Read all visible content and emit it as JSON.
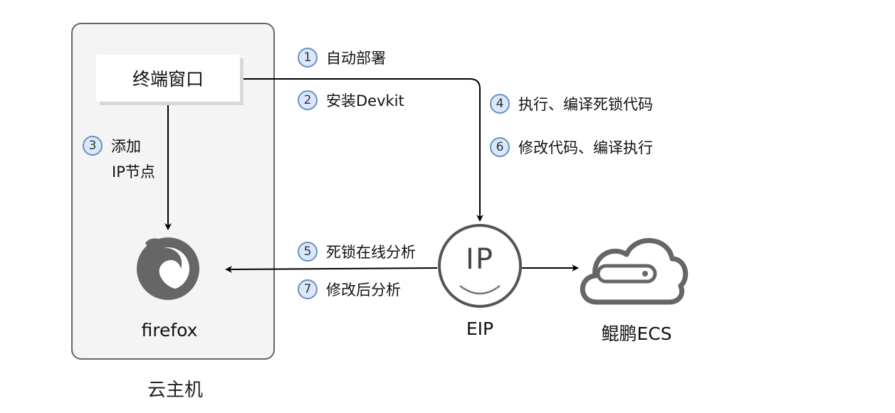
{
  "container": {
    "label": "云主机"
  },
  "terminal": {
    "label": "终端窗口"
  },
  "firefox": {
    "label": "firefox"
  },
  "eip": {
    "label": "EIP",
    "glyph": "IP"
  },
  "ecs": {
    "label": "鲲鹏ECS"
  },
  "steps": {
    "s1": {
      "num": "1",
      "text": "自动部署"
    },
    "s2": {
      "num": "2",
      "text": "安装Devkit"
    },
    "s3": {
      "num": "3",
      "line1": "添加",
      "line2": "IP节点"
    },
    "s4": {
      "num": "4",
      "text": "执行、编译死锁代码"
    },
    "s5": {
      "num": "5",
      "text": "死锁在线分析"
    },
    "s6": {
      "num": "6",
      "text": "修改代码、编译执行"
    },
    "s7": {
      "num": "7",
      "text": "修改后分析"
    }
  },
  "colors": {
    "badge_fill": "#dae8fc",
    "badge_stroke": "#6c8ebf",
    "icon_gray": "#666666",
    "container_fill": "#f4f4f4"
  }
}
